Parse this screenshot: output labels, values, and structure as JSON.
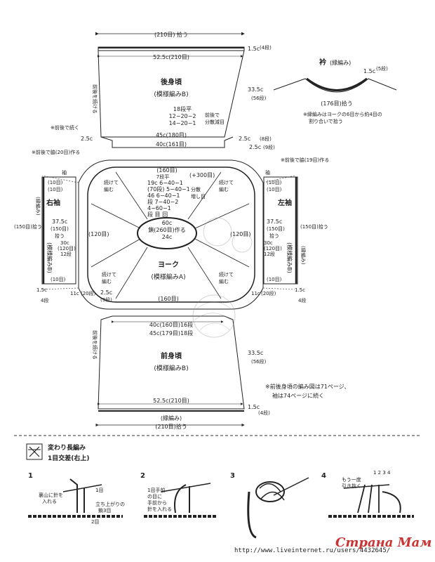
{
  "back": {
    "top_label": "(210目) 拾う",
    "width_label": "52.5c(210目)",
    "title": "後身頃",
    "pattern": "(模様編みB)",
    "seam_note": "前後を続ける",
    "bind_note": "1.5c",
    "bind_rows": "(4段)",
    "height_c": "33.5c",
    "height_rows": "(56段)",
    "dec1": "18段平",
    "dec2": "12−20−2",
    "dec3": "14−20−1",
    "dec_note1": "前後で",
    "dec_note2": "分散減目",
    "edge1": "45c(180目)",
    "edge2": "40c(161目)",
    "side_left": "2.5c",
    "side_right": "2.5c",
    "right_rows": "(8段)",
    "right_c": "2.5c",
    "right_rows2": "(9段)",
    "note_seam_left": "※前後で続く",
    "note_left": "※前後で続く",
    "note_left2": "※前後で脇(20目)作る"
  },
  "collar": {
    "title": "衿",
    "pattern": "(縁編み)",
    "height": "1.5c",
    "rows": "(5段)",
    "pickup": "(176目)拾う",
    "note1": "※縁編みはヨークの6目から約4目の",
    "note2": "割り合いで拾う"
  },
  "right_note": "※前後で脇(19目)作る",
  "yoke": {
    "title": "ヨーク",
    "pattern": "(模様編みA)",
    "top_stitches": "(160目)",
    "rows_label": "7段平",
    "inc_rows": [
      "19c  6−40−1",
      "(70段) 5−40−1",
      "46   6−40−1",
      "段   7−40−2",
      "      4−60−1",
      "段 目 回"
    ],
    "inc_total": "(+300目)",
    "inc_note1": "分散",
    "inc_note2": "増し目",
    "center1": "60c",
    "center2": "鎖(260目)作る",
    "center3": "24c",
    "side_cont1": "続けて",
    "side_cont2": "編む",
    "left_120": "(120目)",
    "right_120": "(120目)",
    "bottom_stitches": "(160目)",
    "cont_bottom_left1": "続けて",
    "cont_bottom_left2": "編む",
    "cont_bottom_right1": "続けて",
    "cont_bottom_right2": "編む",
    "bl_c": "2.5c",
    "bl_rows": "(9段)"
  },
  "left_sleeve": {
    "title": "右袖",
    "pattern": "(模様編みB)",
    "top": "袖",
    "s1": "(10目)",
    "s2": "(10目)",
    "len": "37.5c",
    "st": "(150目)",
    "pickup": "拾う",
    "c30": "30c",
    "st120": "(120目)",
    "r12": "12段",
    "bottom": "(10目)",
    "outer": "(150目)拾う",
    "edge": "(縁編み)",
    "b1": "1.5c",
    "b2": "4段",
    "side": "11c",
    "side_rows": "(20段)"
  },
  "right_sleeve": {
    "title": "左袖",
    "pattern": "(模様編みB)",
    "top": "袖",
    "s1": "(10目)",
    "s2": "(10目)",
    "len": "37.5c",
    "st": "(150目)",
    "pickup": "拾う",
    "c30": "30c",
    "st120": "(120目)",
    "r12": "12段",
    "bottom": "(10目)",
    "outer": "(150目)拾う",
    "edge": "(縁編み)",
    "b1": "1.5c",
    "b2": "4段",
    "side": "11c",
    "side_rows": "(20段)"
  },
  "front": {
    "title": "前身頃",
    "pattern": "(模様編みB)",
    "edge1": "40c(160目)16段",
    "edge2": "45c(179目)18段",
    "seam_note": "前後を続ける",
    "height_c": "33.5c",
    "height_rows": "(56段)",
    "width_label": "52.5c(210目)",
    "edge_label": "(縁編み)",
    "bottom_label": "(210目)拾う",
    "bind": "1.5c",
    "bind_rows": "(4段)"
  },
  "ref_note1": "※前後身頃の編み図は71ページ、",
  "ref_note2": "袖は74ページに続く",
  "stitch": {
    "title1": "変わり長編み",
    "title2": "1目交差(右上)",
    "steps": [
      "1",
      "2",
      "3",
      "4"
    ],
    "s1a": "裏山に針を",
    "s1b": "入れる",
    "s1c": "1目",
    "s1d": "立ち上がりの",
    "s1e": "鎖3目",
    "s1f": "2目",
    "s2a": "1目手前",
    "s2b": "の目に",
    "s2c": "手前から",
    "s2d": "針を入れる",
    "s4a": "もう一度",
    "s4b": "引き抜く",
    "s4n": "1 2 3 4"
  },
  "footer_url": "http://www.liveinternet.ru/users/4432645/",
  "watermark": "Страна Мам",
  "colors": {
    "line": "#222222",
    "accent": "#c33333"
  }
}
